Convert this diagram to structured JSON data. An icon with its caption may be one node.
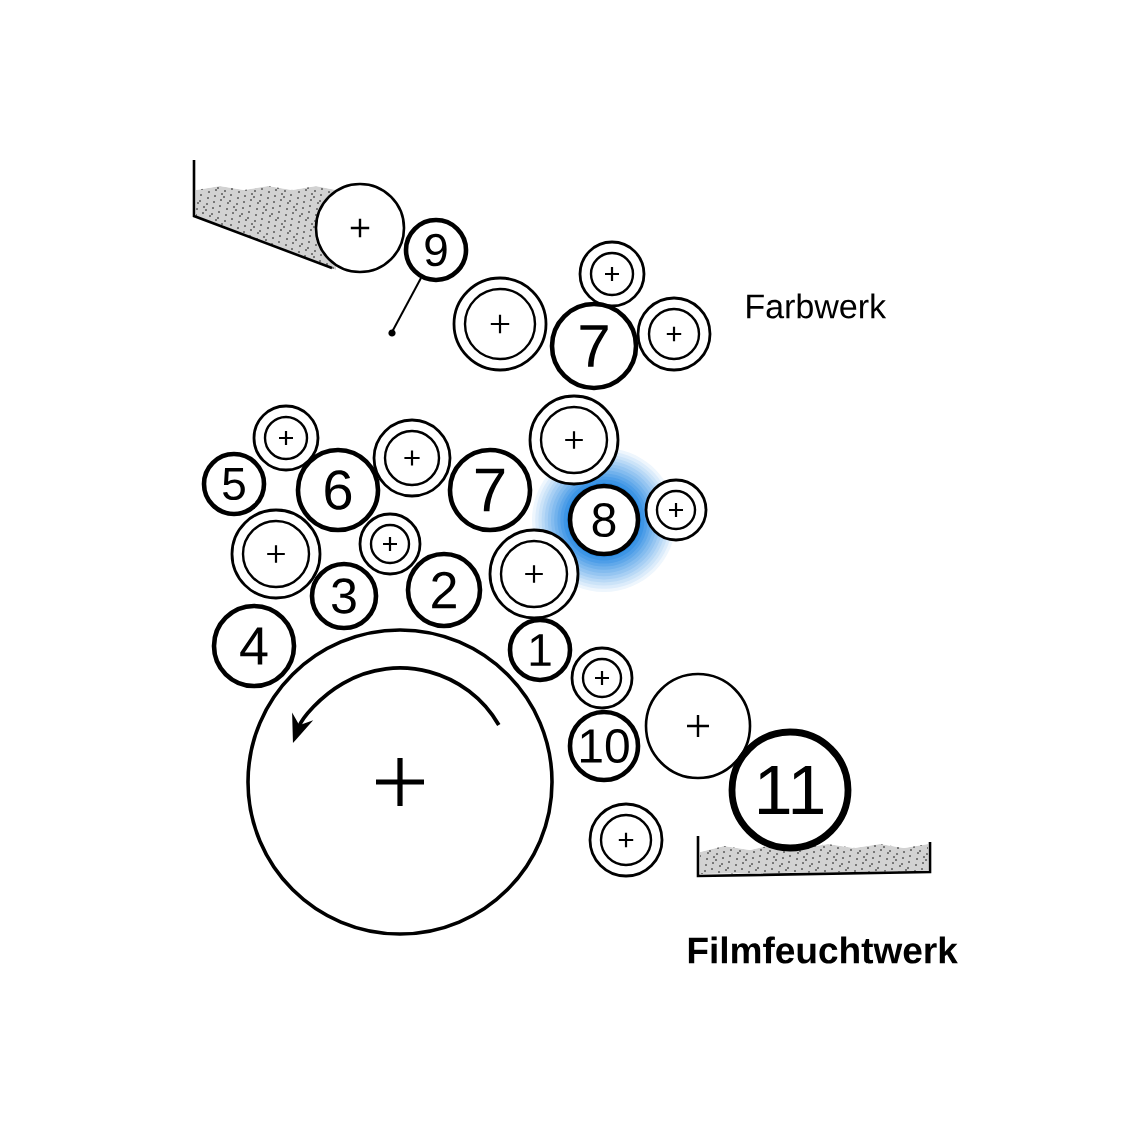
{
  "diagram": {
    "nodes": [
      {
        "text": [],
        "shape": "circle"
      },
      {
        "text": [
          "9"
        ]
      },
      {
        "text": [],
        "shape": "circle"
      },
      {
        "text": [],
        "shape": "circle"
      },
      {
        "text": [
          "7"
        ]
      },
      {
        "text": [],
        "shape": "circle"
      },
      {
        "text": [],
        "shape": "circle"
      },
      {
        "text": [],
        "shape": "circle"
      },
      {
        "text": [],
        "shape": "circle"
      },
      {
        "text": [
          "5"
        ]
      },
      {
        "text": [
          "6"
        ]
      },
      {
        "text": [
          "7"
        ]
      },
      {
        "text": [
          "8"
        ]
      },
      {
        "text": [],
        "shape": "circle"
      },
      {
        "text": [],
        "shape": "circle"
      },
      {
        "text": [
          "3"
        ]
      },
      {
        "text": [],
        "shape": "circle"
      },
      {
        "text": [
          "2"
        ]
      },
      {
        "text": [],
        "shape": "circle"
      },
      {
        "text": [
          "4"
        ]
      },
      {
        "text": [
          "1"
        ]
      },
      {
        "text": [],
        "shape": "circle"
      },
      {
        "text": [],
        "shape": "circle"
      },
      {
        "text": [
          "10"
        ]
      },
      {
        "text": [],
        "shape": "circle"
      },
      {
        "text": [
          "11"
        ]
      },
      {
        "text": [],
        "shape": "circle"
      }
    ],
    "labels": [
      "Farbwerk",
      "Filmfeuchtwerk"
    ]
  }
}
